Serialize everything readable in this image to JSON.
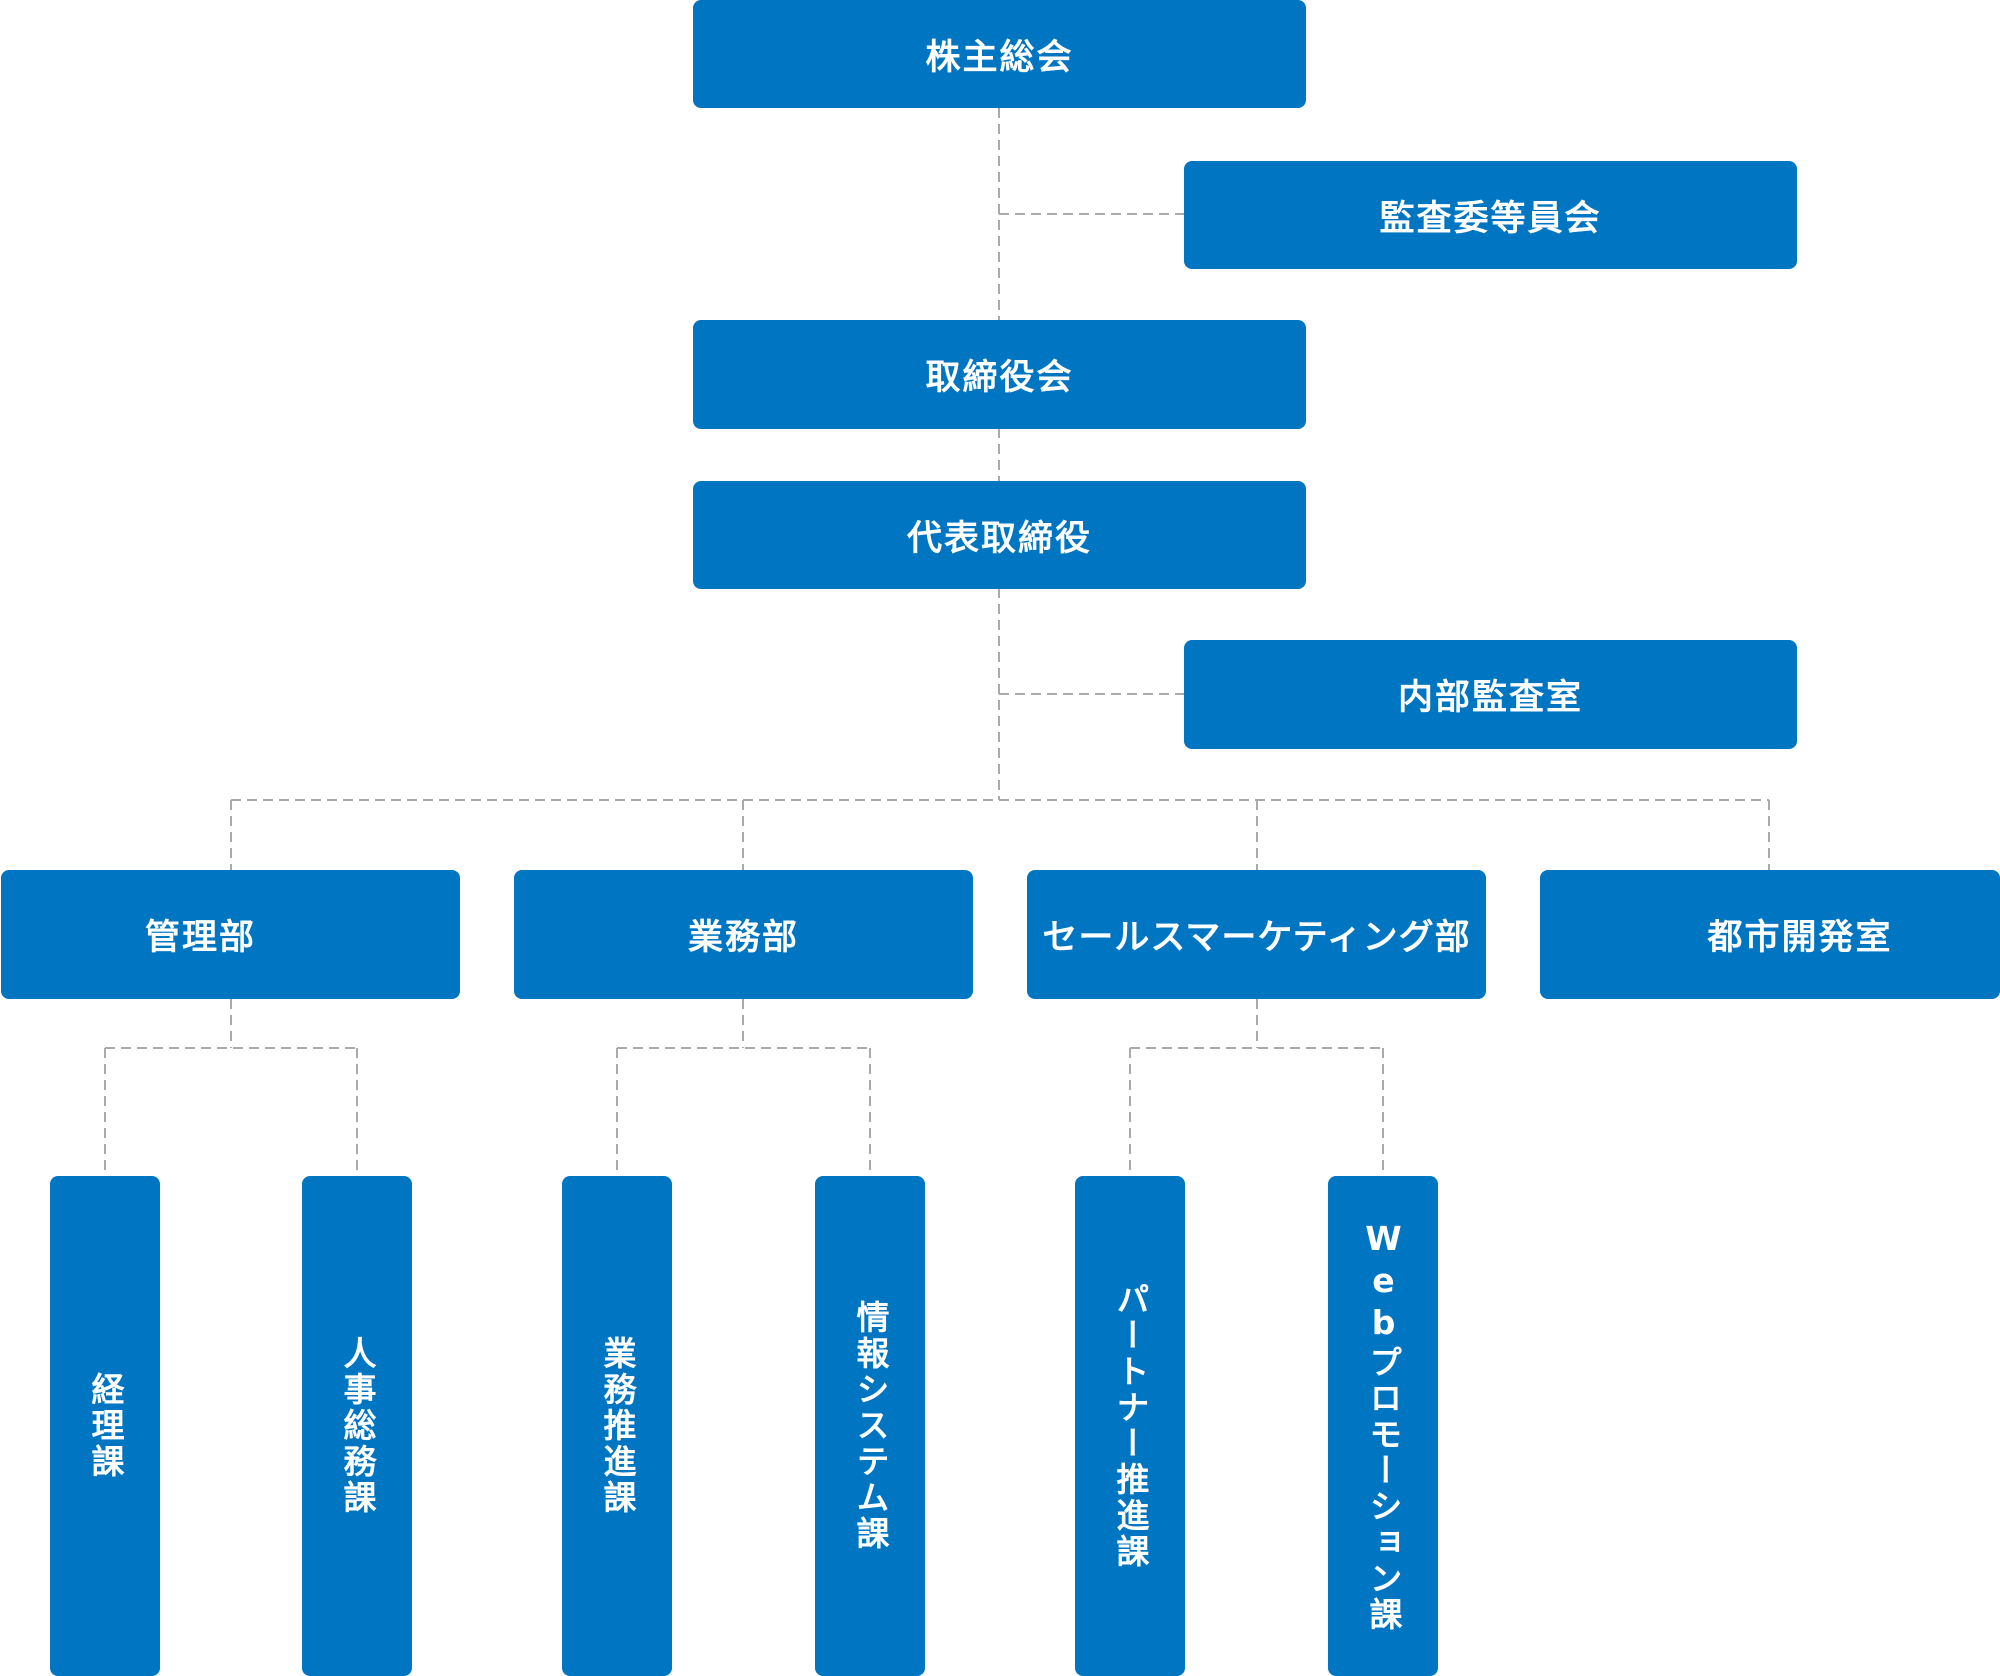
{
  "colors": {
    "box": "#0075c2",
    "text": "#ffffff",
    "connector": "#aaaaaa"
  },
  "top": {
    "shareholders": "株主総会",
    "audit_committee": "監査委等員会",
    "board": "取締役会",
    "president": "代表取締役",
    "internal_audit": "内部監査室"
  },
  "departments": [
    {
      "label": "管理部",
      "sections": [
        "経理課",
        "人事総務課"
      ]
    },
    {
      "label": "業務部",
      "sections": [
        "業務推進課",
        "情報システム課"
      ]
    },
    {
      "label": "セールスマーケティング部",
      "sections": [
        "パートナー推進課",
        "Webプロモーション課"
      ]
    },
    {
      "label": "都市開発室",
      "sections": []
    }
  ]
}
